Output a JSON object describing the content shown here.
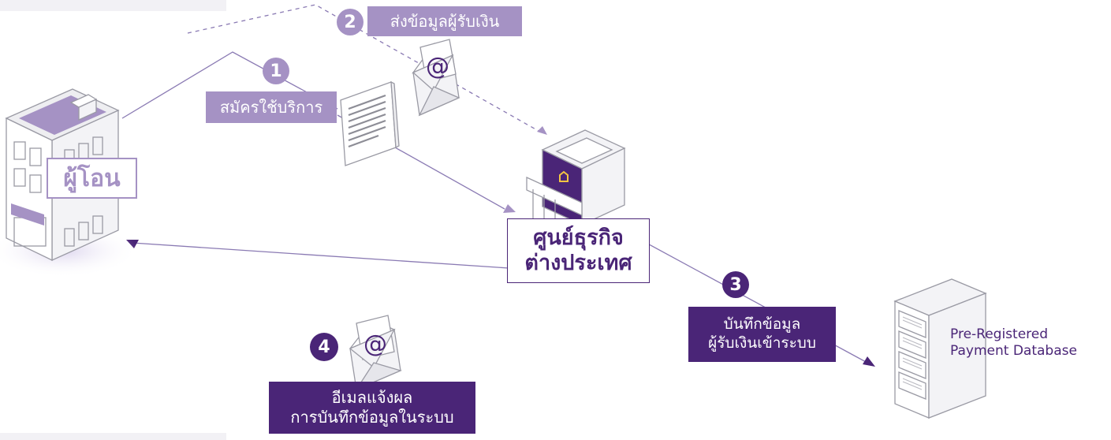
{
  "colors": {
    "brand_purple": "#4a2577",
    "lavender": "#a592c4",
    "line": "#8a7ab3",
    "outline": "#9a9aa4",
    "background": "#ffffff"
  },
  "nodes": {
    "sender": {
      "label": "ผู้โอน",
      "icon": "office-building-icon"
    },
    "center": {
      "label_line1": "ศูนย์ธุรกิจ",
      "label_line2": "ต่างประเทศ",
      "icon": "bank-branch-icon"
    },
    "database": {
      "label_line1": "Pre-Registered",
      "label_line2": "Payment Database",
      "icon": "server-rack-icon"
    }
  },
  "steps": [
    {
      "number": "1",
      "label": "สมัครใช้บริการ",
      "icon": "document-icon"
    },
    {
      "number": "2",
      "label": "ส่งข้อมูลผู้รับเงิน",
      "icon": "email-envelope-icon"
    },
    {
      "number": "3",
      "label_line1": "บันทึกข้อมูล",
      "label_line2": "ผู้รับเงินเข้าระบบ"
    },
    {
      "number": "4",
      "label_line1": "อีเมลแจ้งผล",
      "label_line2": "การบันทึกข้อมูลในระบบ",
      "icon": "email-envelope-icon"
    }
  ]
}
